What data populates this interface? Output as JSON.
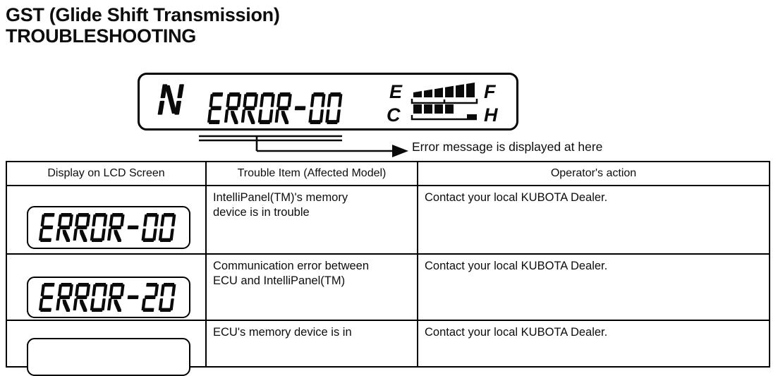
{
  "page": {
    "title_line1": "GST (Glide Shift Transmission)",
    "title_line2": "TROUBLESHOOTING"
  },
  "lcd_panel": {
    "gear_indicator": "N",
    "error_text": "ERROR-00",
    "fuel_gauge": {
      "left_label": "E",
      "right_label": "F",
      "segments_filled": 6
    },
    "temp_gauge": {
      "left_label": "C",
      "right_label": "H",
      "segments_filled": 4
    }
  },
  "callout": {
    "text": "Error message is displayed at here"
  },
  "table": {
    "headers": [
      "Display on LCD Screen",
      "Trouble Item (Affected Model)",
      "Operator's action"
    ],
    "rows": [
      {
        "lcd": "ERROR-00",
        "trouble": "IntelliPanel(TM)'s memory\ndevice is in trouble",
        "action": "Contact your local KUBOTA Dealer."
      },
      {
        "lcd": "ERROR-20",
        "trouble": "Communication error between\nECU and IntelliPanel(TM)",
        "action": "Contact your local KUBOTA Dealer."
      },
      {
        "lcd": "",
        "trouble": "ECU's memory device is in",
        "action": "Contact your local KUBOTA Dealer."
      }
    ]
  },
  "colors": {
    "ink": "#0d0d0d",
    "line": "#000000",
    "background": "#ffffff"
  }
}
